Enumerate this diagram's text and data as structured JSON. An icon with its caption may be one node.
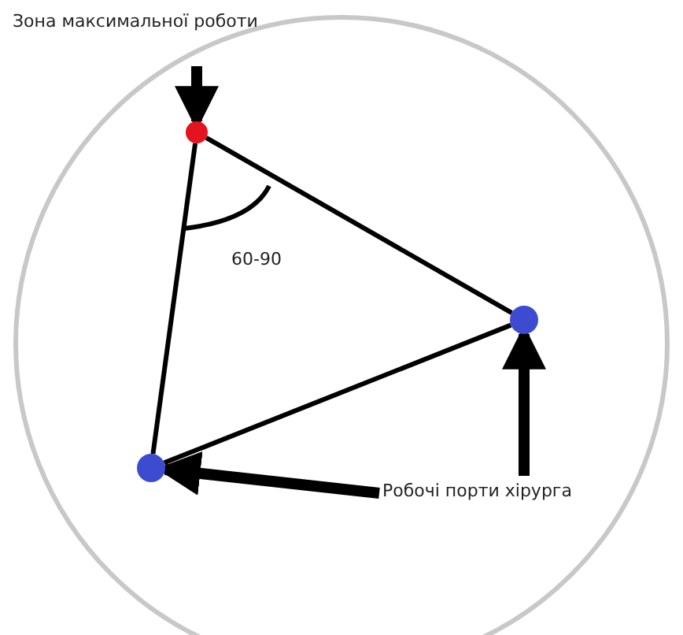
{
  "diagram": {
    "nodes": [
      {
        "text": [
          "Зона максимальної роботи"
        ]
      },
      {
        "text": [],
        "shape": "circle"
      },
      {
        "text": [],
        "shape": "circle"
      },
      {
        "text": [],
        "shape": "circle"
      },
      {
        "text": [
          "Робочі порти хірурга"
        ]
      }
    ],
    "edges": [
      {
        "from": 0,
        "to": 1,
        "arrow": "to",
        "style": "thick"
      },
      {
        "from": 1,
        "to": 2,
        "arrow": "none"
      },
      {
        "from": 2,
        "to": 3,
        "arrow": "none"
      },
      {
        "from": 3,
        "to": 1,
        "arrow": "none"
      },
      {
        "from": 4,
        "to": 2,
        "arrow": "to",
        "style": "thick"
      },
      {
        "from": 4,
        "to": 3,
        "arrow": "to",
        "style": "thick"
      }
    ],
    "labels": [
      "60-90"
    ]
  }
}
